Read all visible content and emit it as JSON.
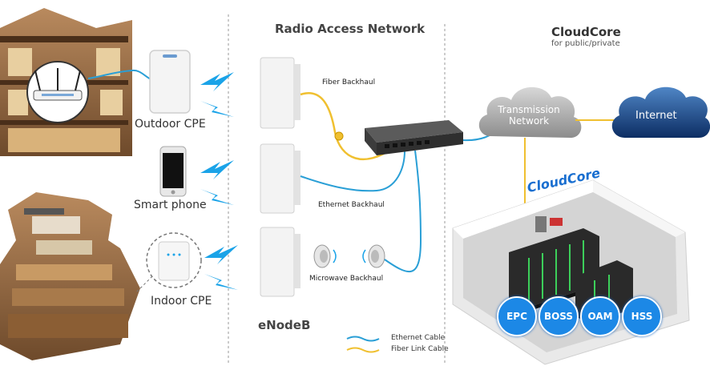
{
  "sections": {
    "radio_access_network": "Radio Access Network",
    "cloudcore_title": "CloudCore",
    "cloudcore_subtitle": "for public/private",
    "enodeb": "eNodeB"
  },
  "devices": {
    "outdoor_cpe": "Outdoor CPE",
    "smart_phone": "Smart phone",
    "indoor_cpe": "Indoor CPE"
  },
  "links": {
    "fiber_backhaul": "Fiber Backhaul",
    "ethernet_backhaul": "Ethernet Backhaul",
    "microwave_backhaul": "Microwave Backhaul"
  },
  "clouds": {
    "transmission_line1": "Transmission",
    "transmission_line2": "Network",
    "internet": "Internet"
  },
  "datacenter": {
    "label": "CloudCore",
    "modules": [
      "EPC",
      "BOSS",
      "OAM",
      "HSS"
    ]
  },
  "legend": {
    "ethernet_cable": "Ethernet Cable",
    "fiber_link_cable": "Fiber Link Cable"
  },
  "colors": {
    "ethernet": "#2a9fd6",
    "fiber": "#f0c030",
    "signal": "#1aa3e8",
    "module": "#1c88e6"
  }
}
